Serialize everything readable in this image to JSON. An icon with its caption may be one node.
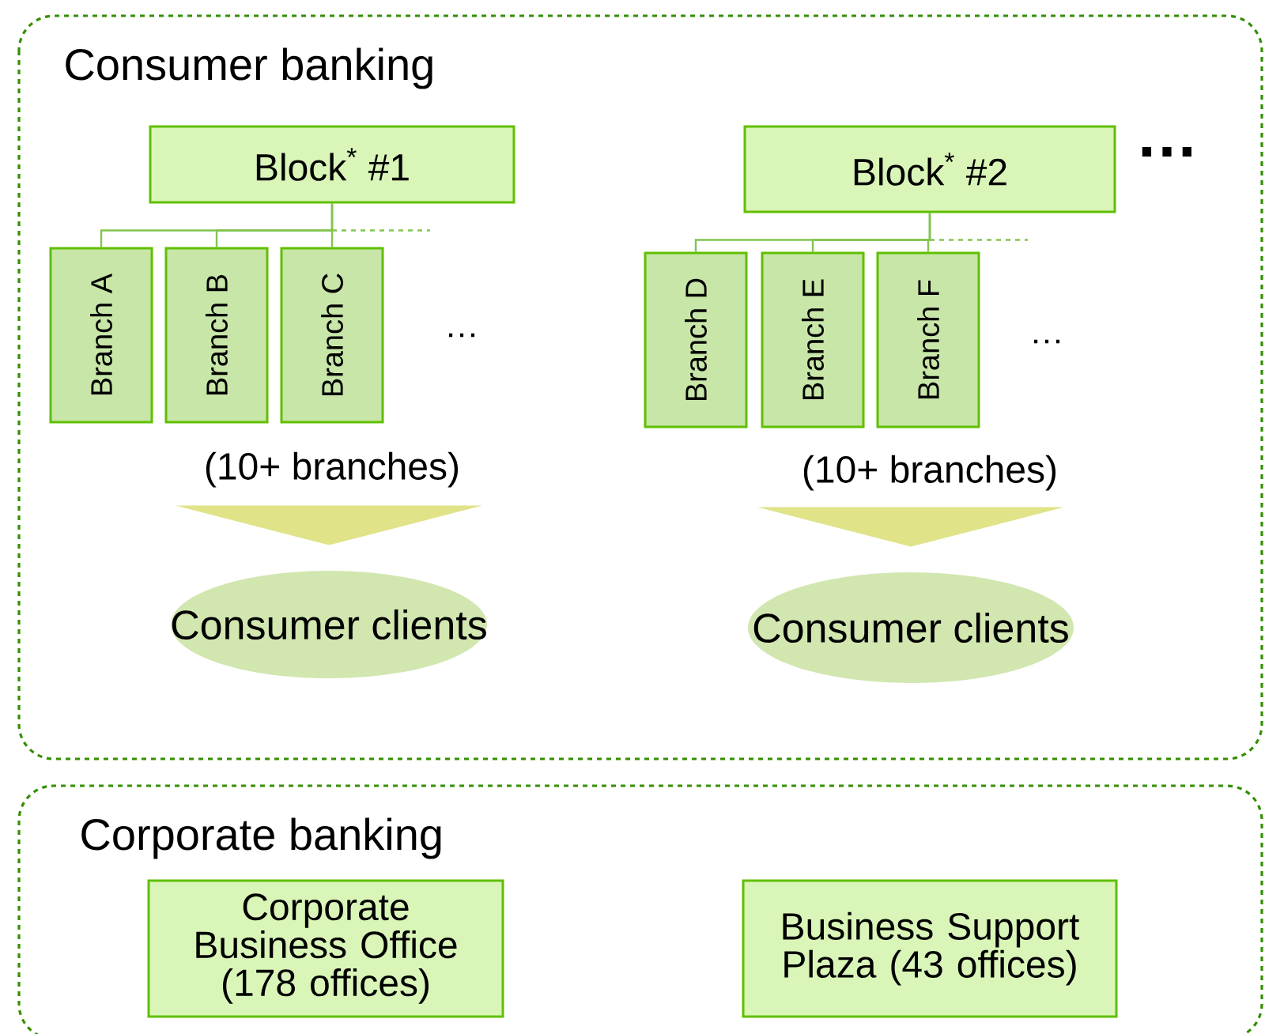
{
  "diagram": {
    "nodes": [
      {
        "text": [
          "Consumer banking"
        ]
      },
      {
        "text": [
          "Block$^{*}$ #1"
        ],
        "in": 0
      },
      {
        "text": [
          "Branch A"
        ],
        "in": 0
      },
      {
        "text": [
          "Branch B"
        ],
        "in": 0
      },
      {
        "text": [
          "Branch C"
        ],
        "in": 0
      },
      {
        "text": [
          "Block$^{*}$ #2"
        ],
        "in": 0
      },
      {
        "text": [
          "Branch D"
        ],
        "in": 0
      },
      {
        "text": [
          "Branch E"
        ],
        "in": 0
      },
      {
        "text": [
          "Branch F"
        ],
        "in": 0
      },
      {
        "text": [
          "Consumer clients"
        ],
        "in": 0
      },
      {
        "text": [
          "Consumer clients"
        ],
        "in": 0
      },
      {
        "text": [
          "Corporate banking"
        ]
      },
      {
        "text": [
          "Corporate Business Office (178 offices)"
        ],
        "in": 11
      },
      {
        "text": [
          "Business Support Plaza (43 offices)"
        ],
        "in": 11
      }
    ],
    "edges": [
      {
        "from": 1,
        "to": 2,
        "arrow": "none"
      },
      {
        "from": 1,
        "to": 3,
        "arrow": "none"
      },
      {
        "from": 1,
        "to": 4,
        "arrow": "none"
      },
      {
        "from": 1,
        "to": null,
        "arrow": "none",
        "style": "dashed"
      },
      {
        "from": 5,
        "to": 6,
        "arrow": "none"
      },
      {
        "from": 5,
        "to": 7,
        "arrow": "none"
      },
      {
        "from": 5,
        "to": 8,
        "arrow": "none"
      },
      {
        "from": 5,
        "to": null,
        "arrow": "none",
        "style": "dashed"
      },
      {
        "from": null,
        "to": 9,
        "arrow": "to"
      },
      {
        "from": null,
        "to": 10,
        "arrow": "to"
      }
    ],
    "labels": [
      "…",
      "…",
      "…",
      "(10+ branches)",
      "(10+ branches)"
    ]
  }
}
